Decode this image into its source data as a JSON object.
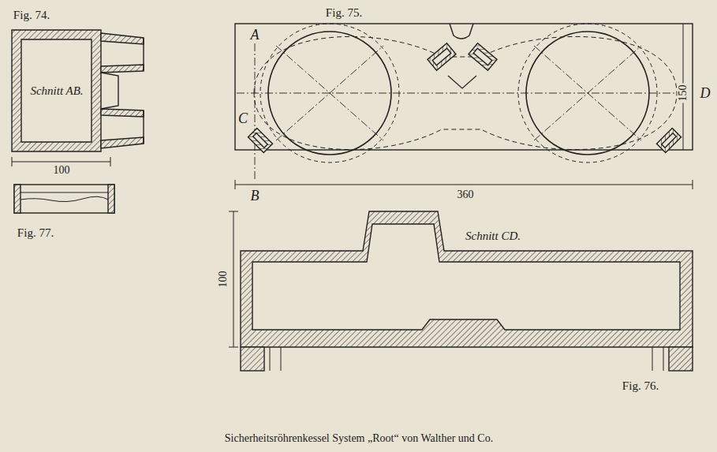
{
  "diagram": {
    "caption": "Sicherheitsröhrenkessel System „Root“ von Walther und Co.",
    "labels": [
      "Fig. 74.",
      "Schnitt AB.",
      "100",
      "Fig. 77.",
      "Fig. 75.",
      "A",
      "C",
      "B",
      "150",
      "D",
      "360",
      "Schnitt CD.",
      "100",
      "Fig. 76."
    ]
  }
}
